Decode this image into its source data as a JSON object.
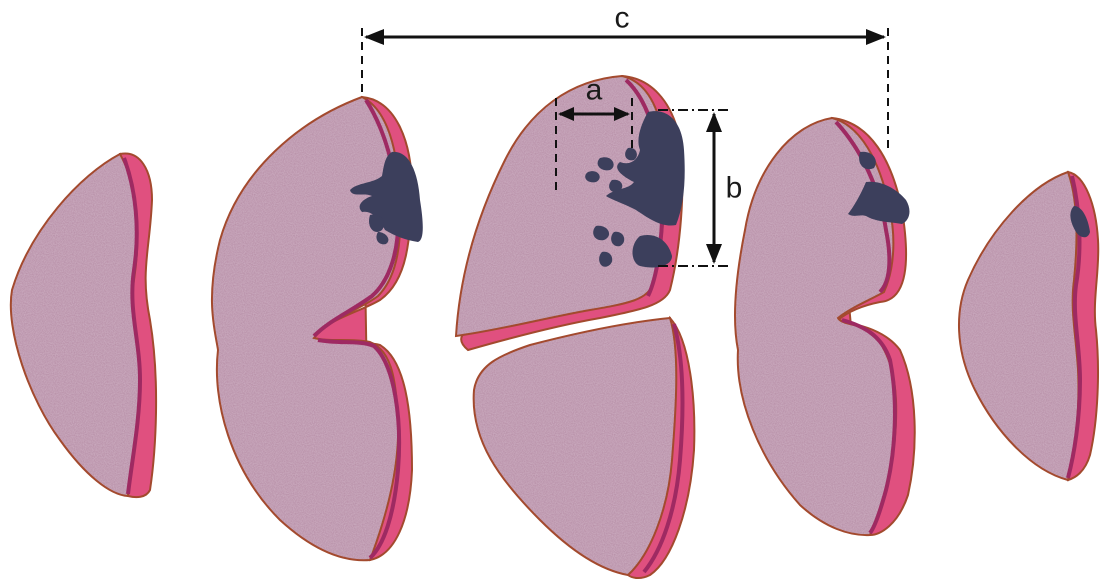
{
  "labels": {
    "a": "a",
    "b": "b",
    "c": "c"
  },
  "colors": {
    "background": "#ffffff",
    "parenchyma": "#b48aa3",
    "capsule": "#e0507f",
    "capsule_inner_line": "#9e2a62",
    "outline": "#a34a2e",
    "lesion": "#3c3f5c",
    "annotation": "#111111"
  }
}
